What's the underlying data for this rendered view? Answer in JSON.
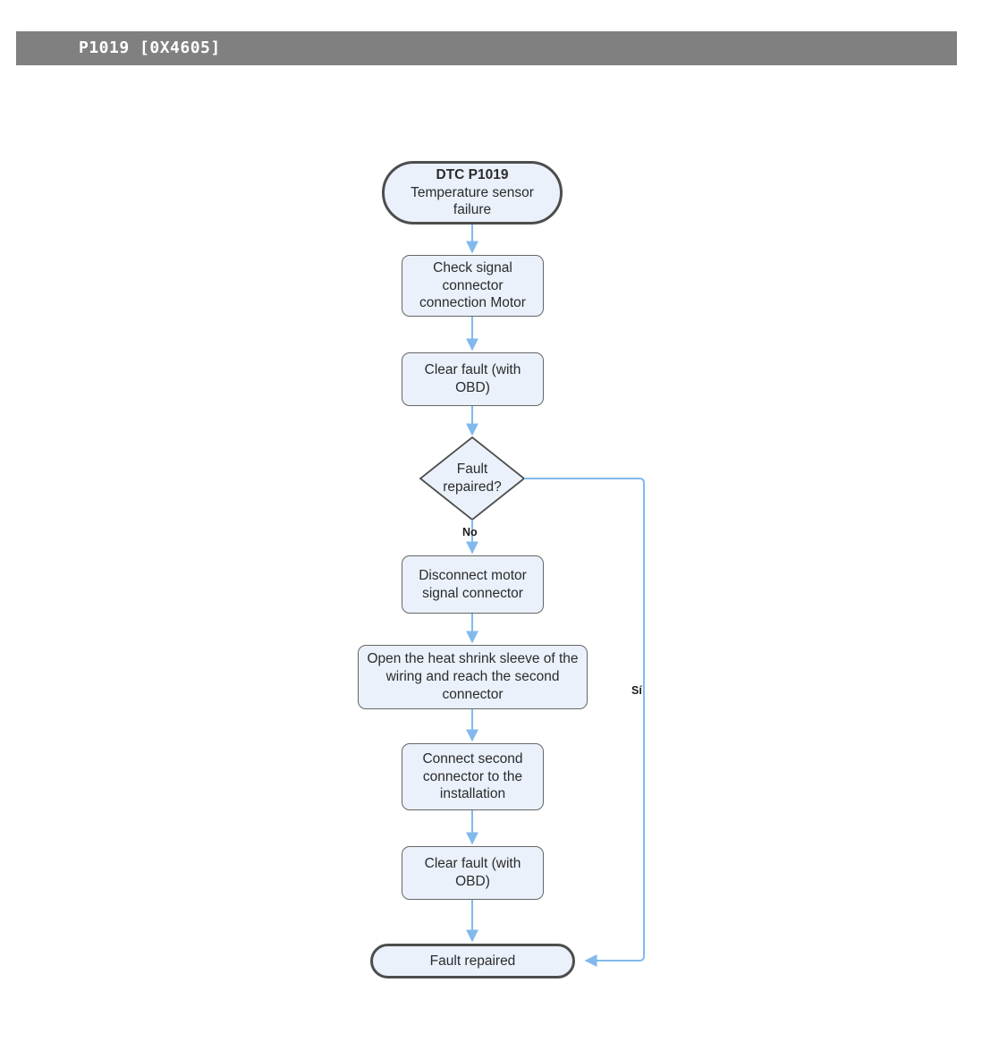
{
  "header": {
    "title": "P1019 [0X4605]",
    "bar_color": "#808080",
    "text_color": "#ffffff"
  },
  "theme": {
    "node_fill": "#eaf1fb",
    "process_border": "#666666",
    "terminal_border": "#4d4d4d",
    "decision_border": "#4d4d4d",
    "connector": "#82b9ec",
    "text": "#2b2b2b",
    "page_background": "#ffffff"
  },
  "flowchart": {
    "type": "flowchart",
    "title": "DTC P1019 diagnostic procedure",
    "nodes": [
      {
        "id": "start",
        "shape": "terminal",
        "bold_line": "DTC P1019",
        "text": "Temperature sensor failure"
      },
      {
        "id": "check-signal",
        "shape": "process",
        "text": "Check signal connector connection Motor"
      },
      {
        "id": "clear-fault-1",
        "shape": "process",
        "text": "Clear fault (with OBD)"
      },
      {
        "id": "fault-repaired-decision",
        "shape": "decision",
        "text": "Fault repaired?"
      },
      {
        "id": "disconnect-motor",
        "shape": "process",
        "text": "Disconnect motor signal connector"
      },
      {
        "id": "open-heat-shrink",
        "shape": "process",
        "text": "Open the heat shrink sleeve of the wiring and reach the second connector"
      },
      {
        "id": "connect-second",
        "shape": "process",
        "text": "Connect second connector to the installation"
      },
      {
        "id": "clear-fault-2",
        "shape": "process",
        "text": "Clear fault (with OBD)"
      },
      {
        "id": "end",
        "shape": "terminal",
        "text": "Fault repaired"
      }
    ],
    "edges": [
      {
        "from": "start",
        "to": "check-signal",
        "label": ""
      },
      {
        "from": "check-signal",
        "to": "clear-fault-1",
        "label": ""
      },
      {
        "from": "clear-fault-1",
        "to": "fault-repaired-decision",
        "label": ""
      },
      {
        "from": "fault-repaired-decision",
        "to": "disconnect-motor",
        "label": "No"
      },
      {
        "from": "fault-repaired-decision",
        "to": "end",
        "label": "Sí"
      },
      {
        "from": "disconnect-motor",
        "to": "open-heat-shrink",
        "label": ""
      },
      {
        "from": "open-heat-shrink",
        "to": "connect-second",
        "label": ""
      },
      {
        "from": "connect-second",
        "to": "clear-fault-2",
        "label": ""
      },
      {
        "from": "clear-fault-2",
        "to": "end",
        "label": ""
      }
    ],
    "labels": {
      "no": "No",
      "si": "Sí"
    }
  }
}
